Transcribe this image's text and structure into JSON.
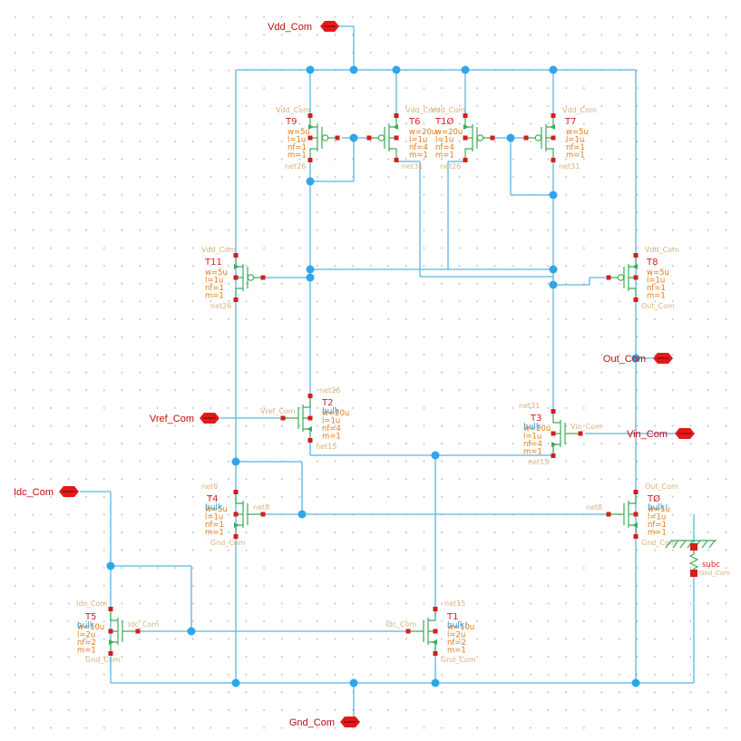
{
  "ports": {
    "vdd": "Vdd_Com",
    "gnd": "Gnd_Com",
    "vref": "Vref_Com",
    "vin": "Vin_Com",
    "out": "Out_Com",
    "idc": "Idc_Com"
  },
  "transistors": [
    {
      "id": "T9",
      "name": "T9",
      "params": [
        "w=5u",
        "l=1u",
        "nf=1",
        "m=1"
      ],
      "pin_top": "Vdd_Com",
      "pin_bot": "net26"
    },
    {
      "id": "T6",
      "name": "T6",
      "params": [
        "w=20u",
        "l=1u",
        "nf=4",
        "m=1"
      ],
      "pin_top": "Vdd_Com",
      "pin_bot": "net31"
    },
    {
      "id": "T10",
      "name": "T1Ø",
      "params": [
        "w=20u",
        "l=1u",
        "nf=4",
        "m=1"
      ],
      "pin_top": "Vdd_Com",
      "pin_bot": "net26"
    },
    {
      "id": "T7",
      "name": "T7",
      "params": [
        "w=5u",
        "l=1u",
        "nf=1",
        "m=1"
      ],
      "pin_top": "Vdd_Com",
      "pin_bot": "net31"
    },
    {
      "id": "T11",
      "name": "T11",
      "params": [
        "w=5u",
        "l=1u",
        "nf=1",
        "m=1"
      ],
      "pin_top": "Vdd_Com",
      "pin_bot": "net26"
    },
    {
      "id": "T8",
      "name": "T8",
      "params": [
        "w=5u",
        "l=1u",
        "nf=1",
        "m=1"
      ],
      "pin_top": "Vdd_Com",
      "pin_bot": "Out_Com"
    },
    {
      "id": "T2",
      "name": "T2",
      "params": [
        "w=20u",
        "l=1u",
        "nf=4",
        "m=1"
      ],
      "pin_top": "net26",
      "pin_bot": "net15",
      "pin_gate": "Vref_Com",
      "bulk": "bulk"
    },
    {
      "id": "T3",
      "name": "T3",
      "params": [
        "w=20u",
        "l=1u",
        "nf=4",
        "m=1"
      ],
      "pin_top": "net31",
      "pin_bot": "net15",
      "pin_gate": "Vin_Com",
      "bulk": "bulk"
    },
    {
      "id": "T4",
      "name": "T4",
      "params": [
        "w=5u",
        "l=1u",
        "nf=1",
        "m=1"
      ],
      "pin_top": "net8",
      "pin_bot": "Gnd_Com",
      "pin_gate": "net8",
      "bulk": "bulk"
    },
    {
      "id": "T0",
      "name": "TØ",
      "params": [
        "w=1u",
        "l=1u",
        "nf=1",
        "m=1"
      ],
      "pin_top": "Out_Com",
      "pin_bot": "Gnd_Com",
      "pin_gate": "net8",
      "bulk": "bulk!"
    },
    {
      "id": "T5",
      "name": "T5",
      "params": [
        "w=10u",
        "l=2u",
        "nf=2",
        "m=1"
      ],
      "pin_top": "Idc_Com",
      "pin_bot": "Gnd_Com",
      "pin_gate": "Idc_Com",
      "bulk": "bulk"
    },
    {
      "id": "T1",
      "name": "T1",
      "params": [
        "w=10u",
        "l=2u",
        "nf=2",
        "m=1"
      ],
      "pin_top": "net15",
      "pin_bot": "Gnd_Com",
      "pin_gate": "Idc_Com",
      "bulk": "bulk!"
    }
  ],
  "subc": {
    "label": "subc",
    "pin": "Gnd_Com"
  }
}
